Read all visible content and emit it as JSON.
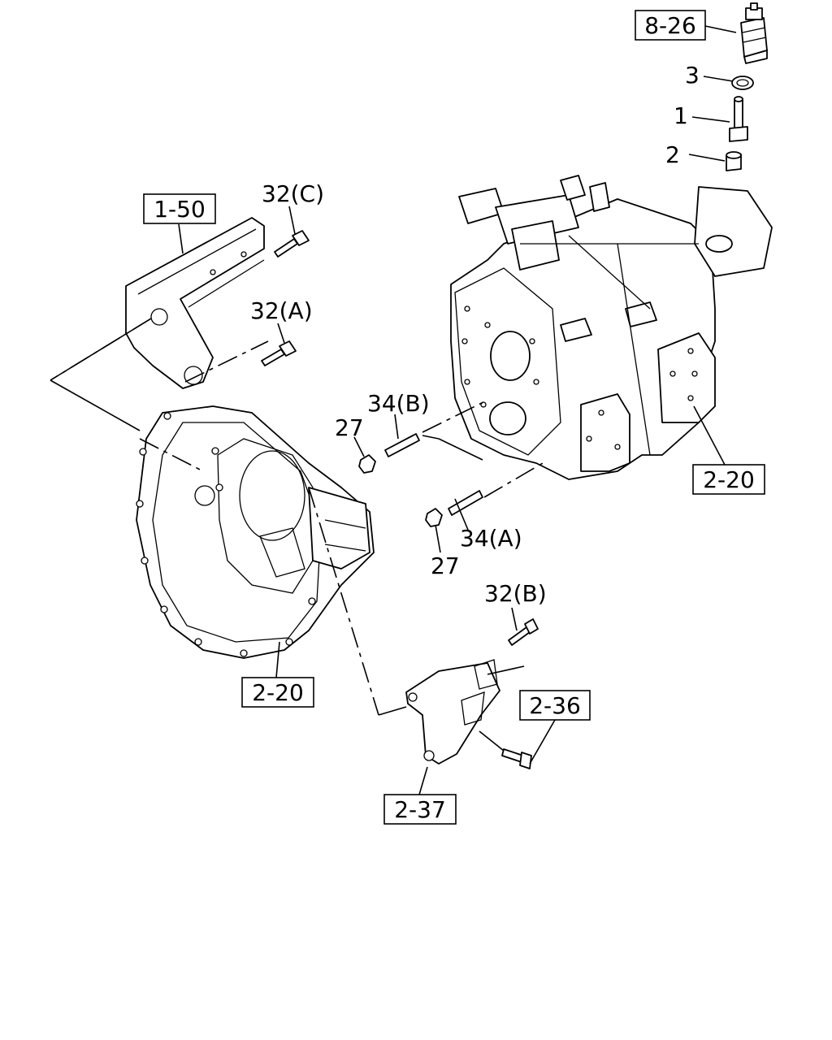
{
  "refs": {
    "ref_8_26": "8-26",
    "ref_1_50": "1-50",
    "ref_2_20_right": "2-20",
    "ref_2_20_left": "2-20",
    "ref_2_36": "2-36",
    "ref_2_37": "2-37"
  },
  "callouts": {
    "c3": "3",
    "c1": "1",
    "c2": "2",
    "c32c": "32(C)",
    "c32a": "32(A)",
    "c34b": "34(B)",
    "c27_top": "27",
    "c34a": "34(A)",
    "c27_bottom": "27",
    "c32b": "32(B)"
  }
}
